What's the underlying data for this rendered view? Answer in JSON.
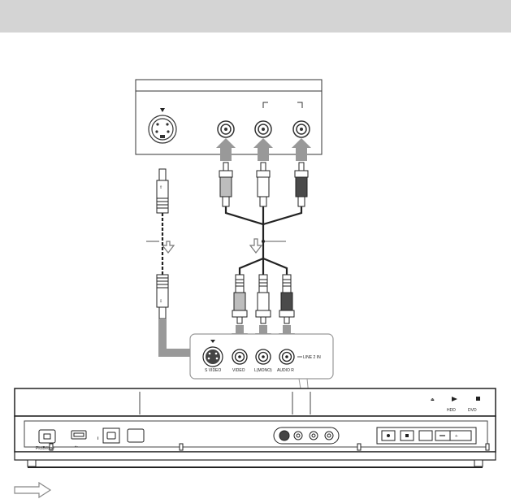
{
  "header": {
    "title": ""
  },
  "device_panel": {
    "labels": {
      "s_video": "S VIDEO",
      "video": "VIDEO",
      "audio_l": "L(MONO)",
      "audio_r": "AUDIO R",
      "line_in": "LINE 2 IN"
    }
  },
  "recorder": {
    "usb_port_label": "PictBridge",
    "usb_icon": "usb-icon",
    "ilink_icon": "i-link-icon",
    "hdd_label": "HDD",
    "dvd_label": "DVD",
    "eject_icon": "eject-icon",
    "play_icon": "play-icon",
    "stop_icon": "stop-icon",
    "buttons": [
      "●",
      "■",
      "",
      "–",
      "+·"
    ]
  },
  "colors": {
    "header": "#d4d4d4",
    "arrow": "#999999",
    "cable": "#222222",
    "plug_red": "#4a4a4a",
    "plug_white": "#ffffff",
    "plug_yellow": "#bdbdbd"
  }
}
